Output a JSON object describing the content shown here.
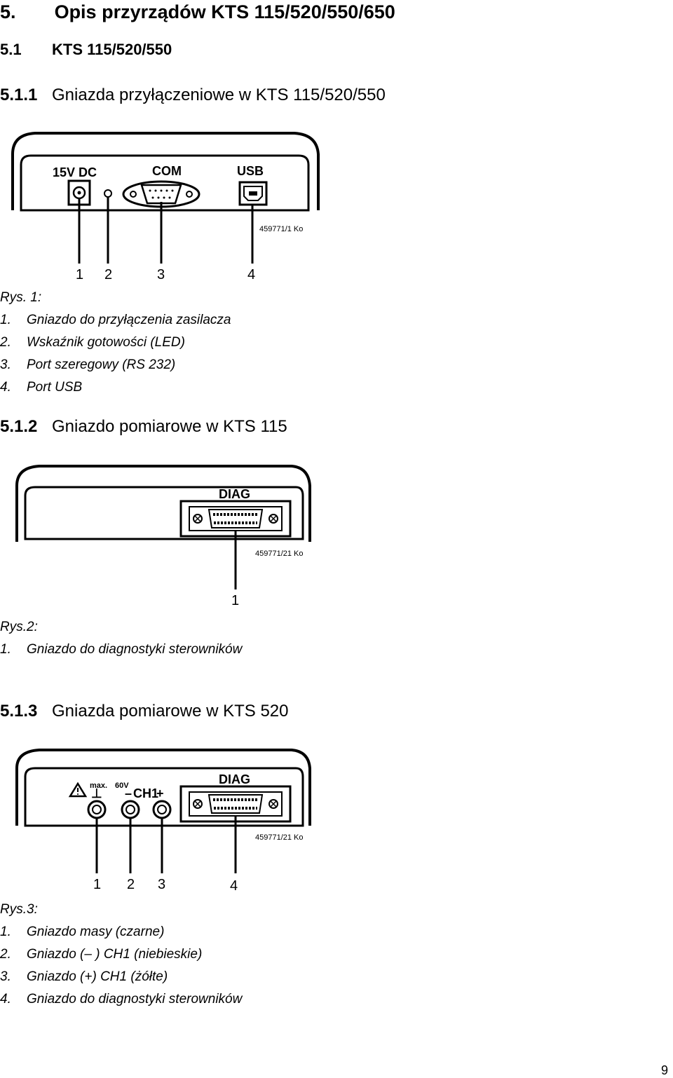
{
  "heading1": {
    "num": "5.",
    "title": "Opis przyrządów KTS 115/520/550/650"
  },
  "heading2": {
    "num": "5.1",
    "title": "KTS 115/520/550"
  },
  "sec511": {
    "num": "5.1.1",
    "title": "Gniazda przyłączeniowe w KTS 115/520/550",
    "figure": {
      "labels": {
        "dc": "15V DC",
        "com": "COM",
        "usb": "USB",
        "code": "459771/1 Ko"
      },
      "callouts": [
        "1",
        "2",
        "3",
        "4"
      ]
    },
    "caption": "Rys. 1:",
    "items": [
      {
        "n": "1.",
        "text": "Gniazdo do przyłączenia zasilacza"
      },
      {
        "n": "2.",
        "text": "Wskaźnik gotowości (LED)"
      },
      {
        "n": "3.",
        "text": "Port szeregowy (RS 232)"
      },
      {
        "n": "4.",
        "text": "Port USB"
      }
    ]
  },
  "sec512": {
    "num": "5.1.2",
    "title": "Gniazdo pomiarowe w KTS 115",
    "figure": {
      "labels": {
        "diag": "DIAG",
        "code": "459771/21 Ko"
      },
      "callouts": [
        "1"
      ]
    },
    "caption": "Rys.2:",
    "items": [
      {
        "n": "1.",
        "text": "Gniazdo do diagnostyki sterowników"
      }
    ]
  },
  "sec513": {
    "num": "5.1.3",
    "title": "Gniazda pomiarowe w KTS 520",
    "figure": {
      "labels": {
        "warn": "max.",
        "volt": "60V",
        "ch1": "CH1",
        "diag": "DIAG",
        "code": "459771/21 Ko",
        "ground": "⊥",
        "minus": "–",
        "plus": "+"
      },
      "callouts": [
        "1",
        "2",
        "3",
        "4"
      ]
    },
    "caption": "Rys.3:",
    "items": [
      {
        "n": "1.",
        "text": "Gniazdo masy (czarne)"
      },
      {
        "n": "2.",
        "text": "Gniazdo (– ) CH1 (niebieskie)"
      },
      {
        "n": "3.",
        "text": "Gniazdo (+) CH1 (żółte)"
      },
      {
        "n": "4.",
        "text": "Gniazdo do diagnostyki sterowników"
      }
    ]
  },
  "page_number": "9"
}
